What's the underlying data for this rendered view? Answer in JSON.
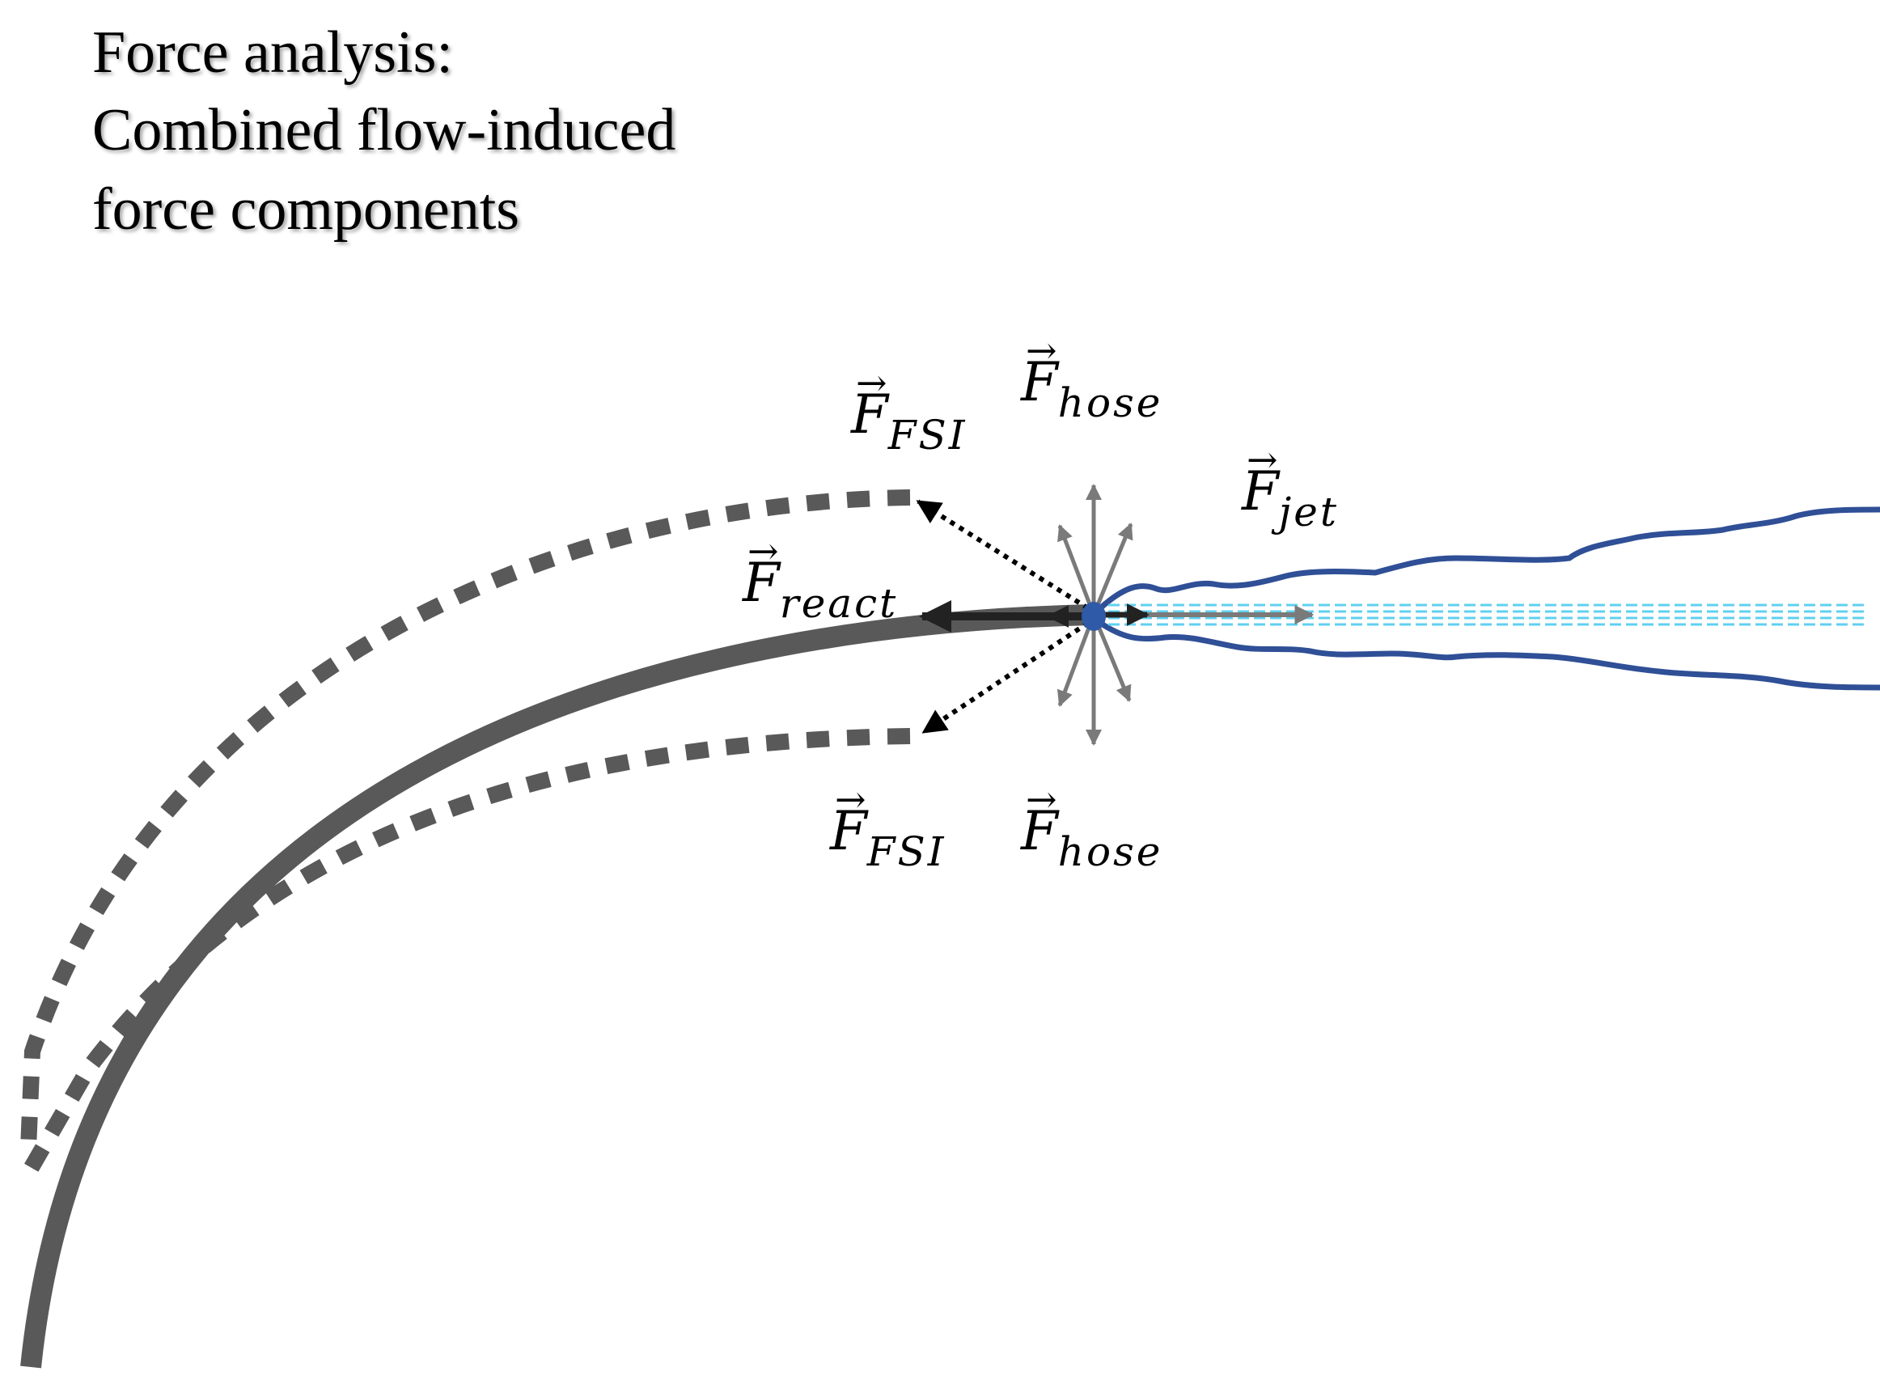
{
  "title": {
    "lines": [
      "Force analysis:",
      "Combined flow-induced",
      "force components"
    ]
  },
  "labels": {
    "fsi_top": {
      "symbol": "F",
      "vector_mark": "→",
      "subscript": "FSI"
    },
    "hose_top": {
      "symbol": "F",
      "vector_mark": "→",
      "subscript": "hose"
    },
    "jet": {
      "symbol": "F",
      "vector_mark": "→",
      "subscript": "jet"
    },
    "react": {
      "symbol": "F",
      "vector_mark": "→",
      "subscript": "react"
    },
    "fsi_bottom": {
      "symbol": "F",
      "vector_mark": "→",
      "subscript": "FSI"
    },
    "hose_bottom": {
      "symbol": "F",
      "vector_mark": "→",
      "subscript": "hose"
    }
  },
  "colors": {
    "hose": "#595959",
    "jet_outline": "#2f4f96",
    "jet_core": "#5fd0f0",
    "hose_force_arrows": "#7a7a7a",
    "nozzle": "#2f5aa8",
    "arrows": "#000000"
  }
}
